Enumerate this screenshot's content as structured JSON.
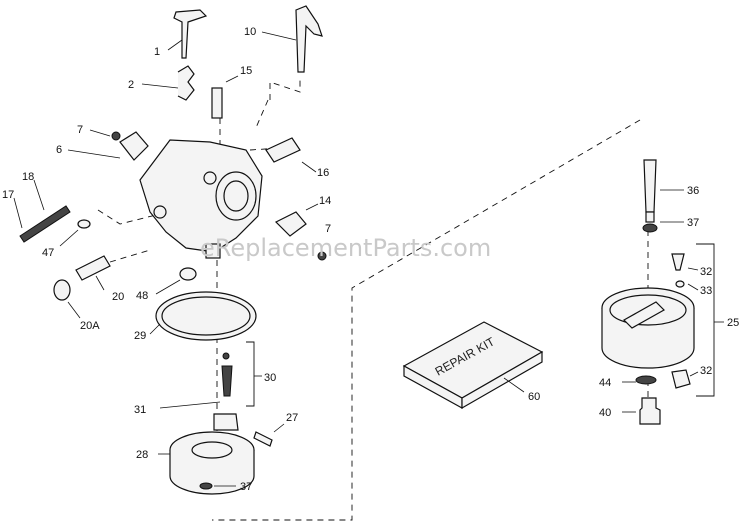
{
  "watermark": "eReplacementParts.com",
  "kit_label": "REPAIR KIT",
  "callouts": {
    "c1": "1",
    "c2": "2",
    "c6": "6",
    "c7a": "7",
    "c7b": "7",
    "c10": "10",
    "c14": "14",
    "c15": "15",
    "c16": "16",
    "c17": "17",
    "c18": "18",
    "c20": "20",
    "c20a": "20A",
    "c25": "25",
    "c27": "27",
    "c28": "28",
    "c29": "29",
    "c30": "30",
    "c31": "31",
    "c32a": "32",
    "c32b": "32",
    "c33": "33",
    "c36": "36",
    "c37a": "37",
    "c37b": "37",
    "c40": "40",
    "c44": "44",
    "c47": "47",
    "c48": "48",
    "c60": "60"
  }
}
